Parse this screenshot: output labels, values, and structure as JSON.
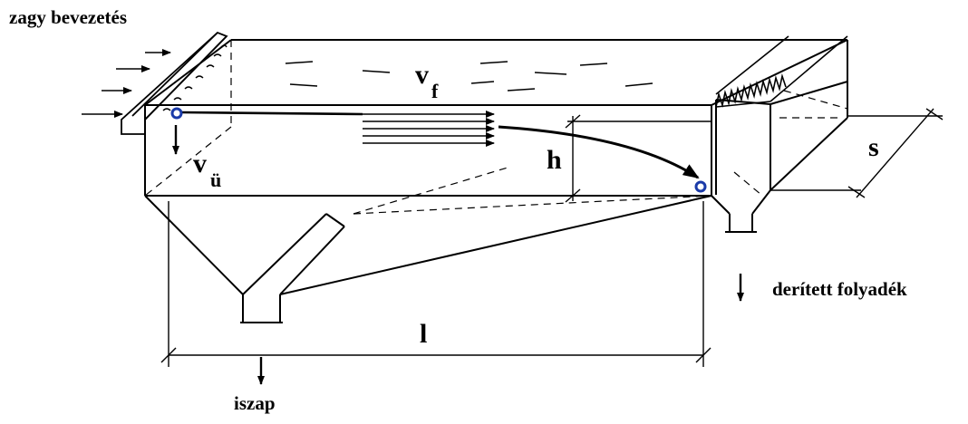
{
  "labels": {
    "inlet": "zagy bevezetés",
    "sludge": "iszap",
    "clarified": "derített folyadék"
  },
  "symbols": {
    "flow_velocity": "v",
    "flow_velocity_sub": "f",
    "settling_velocity": "v",
    "settling_velocity_sub": "ü",
    "height": "h",
    "length": "l",
    "width": "s"
  },
  "colors": {
    "line": "#000000",
    "particle": "#1a3aa8"
  }
}
